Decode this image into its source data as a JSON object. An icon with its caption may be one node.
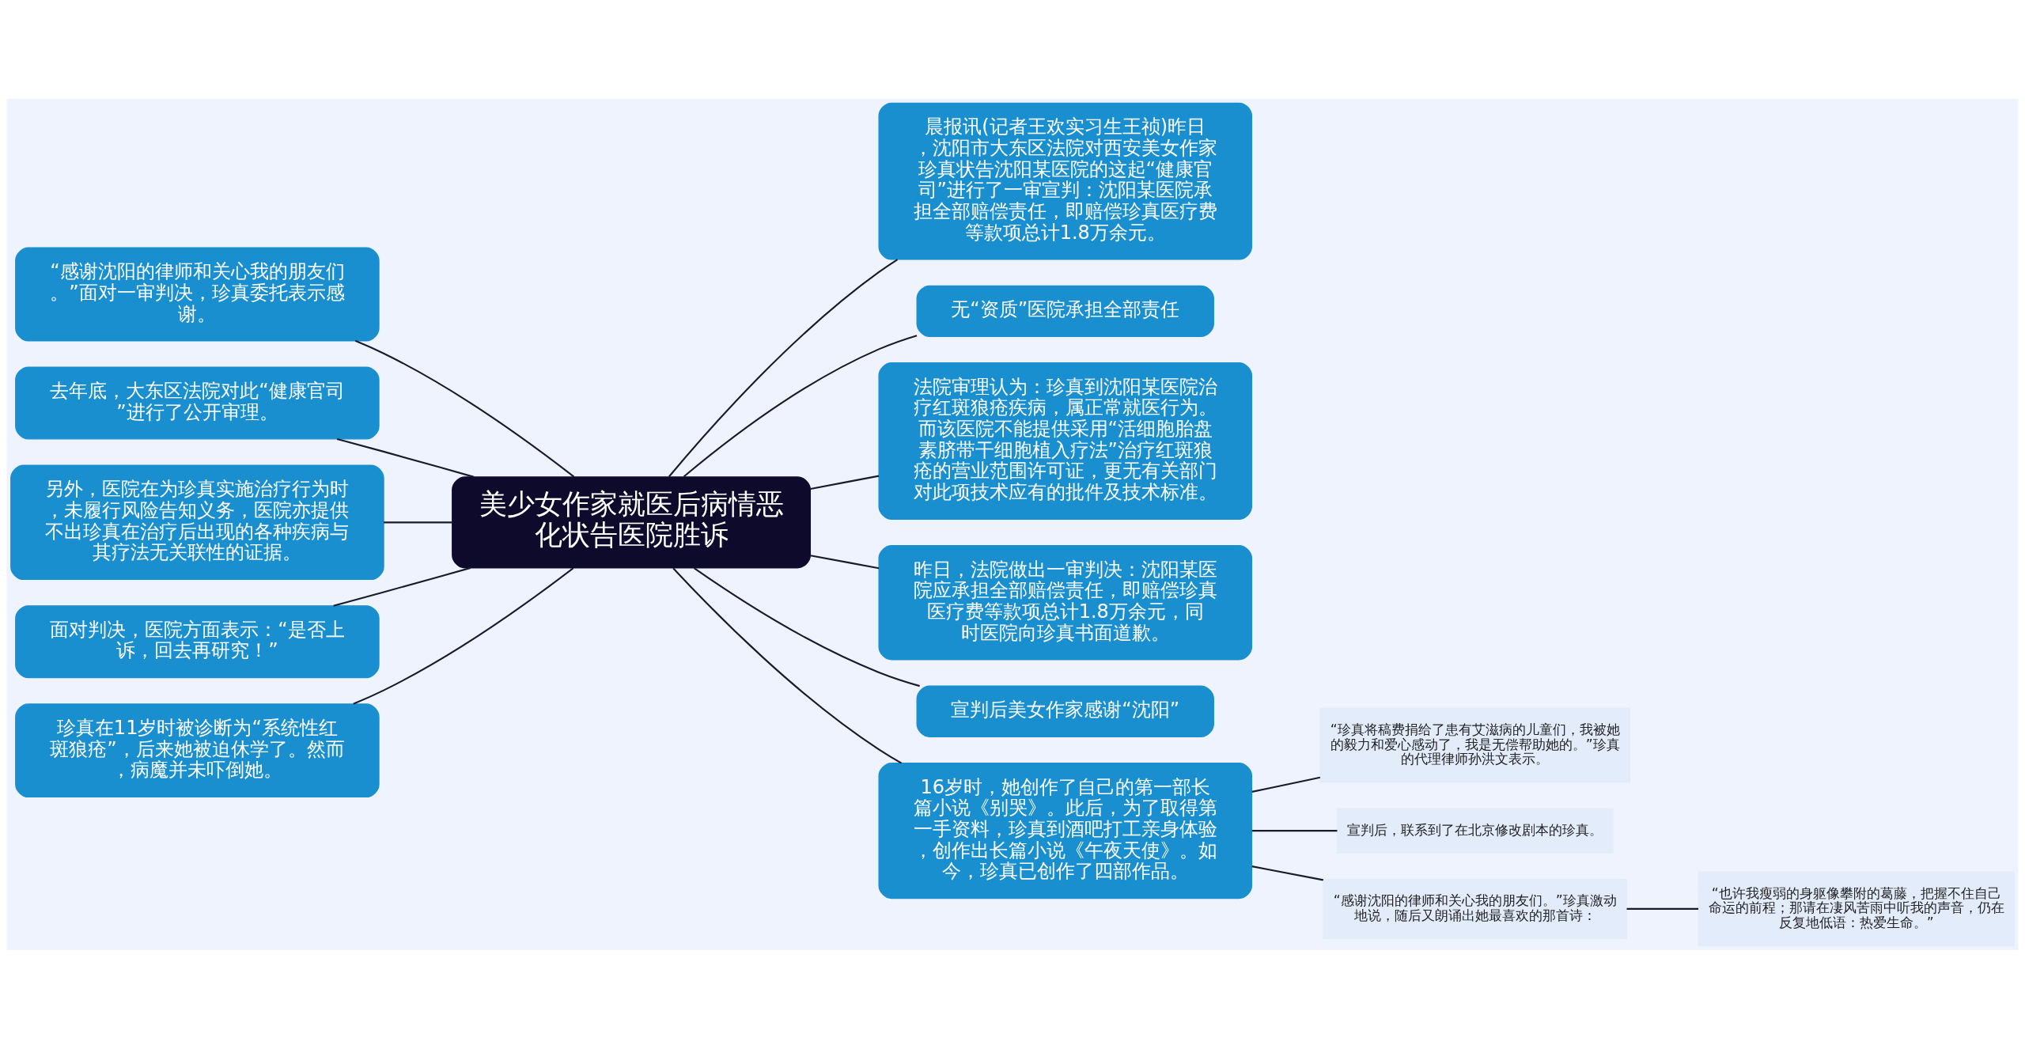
{
  "diagram": {
    "nodes": [
      {
        "text": [
          "美少女作家就医后病情恶化状告医院胜诉"
        ]
      },
      {
        "text": [
          "晨报讯(记者王欢实习生王祯)昨日，沈阳市大东区法院对西安美女作家珍真状告沈阳某医院的这起“健康官司”进行了一审宣判：沈阳某医院承担全部赔偿责任，即赔偿珍真医疗费等款项总计1.8万余元。"
        ]
      },
      {
        "text": [
          "无“资质”医院承担全部责任"
        ]
      },
      {
        "text": [
          "法院审理认为：珍真到沈阳某医院治疗红斑狼疮疾病，属正常就医行为。而该医院不能提供采用“活细胞胎盘素脐带干细胞植入疗法”治疗红斑狼疮的营业范围许可证，更无有关部门对此项技术应有的批件及技术标准。"
        ]
      },
      {
        "text": [
          "昨日，法院做出一审判决：沈阳某医院应承担全部赔偿责任，即赔偿珍真医疗费等款项总计1.8万余元，同时医院向珍真书面道歉。"
        ]
      },
      {
        "text": [
          "宣判后美女作家感谢“沈阳”"
        ]
      },
      {
        "text": [
          "16岁时，她创作了自己的第一部长篇小说《别哭》。此后，为了取得第一手资料，珍真到酒吧打工亲身体验，创作出长篇小说《午夜天使》。如今，珍真已创作了四部作品。"
        ]
      },
      {
        "text": [
          "“珍真将稿费捐给了患有艾滋病的儿童们，我被她的毅力和爱心感动了，我是无偿帮助她的。”珍真的代理律师孙洪文表示。"
        ]
      },
      {
        "text": [
          "宣判后，联系到了在北京修改剧本的珍真。"
        ]
      },
      {
        "text": [
          "“感谢沈阳的律师和关心我的朋友们。”珍真激动地说，随后又朗诵出她最喜欢的那首诗："
        ]
      },
      {
        "text": [
          "“也许我瘦弱的身躯像攀附的葛藤，把握不住自己命运的前程；那请在凄风苦雨中听我的声音，仍在反复地低语：热爱生命。”"
        ]
      },
      {
        "text": [
          "“感谢沈阳的律师和关心我的朋友们。”面对一审判决，珍真委托表示感谢。"
        ]
      },
      {
        "text": [
          "去年底，大东区法院对此“健康官司”进行了公开审理。"
        ]
      },
      {
        "text": [
          "另外，医院在为珍真实施治疗行为时，未履行风险告知义务，医院亦提供不出珍真在治疗后出现的各种疾病与其疗法无关联性的证据。"
        ]
      },
      {
        "text": [
          "面对判决，医院方面表示：“是否上诉，回去再研究！”"
        ]
      },
      {
        "text": [
          "珍真在11岁时被诊断为“系统性红斑狼疮”，后来她被迫休学了。然而，病魔并未吓倒她。"
        ]
      }
    ],
    "edges": [
      {
        "from": 0,
        "to": 1,
        "arrow": "none"
      },
      {
        "from": 0,
        "to": 2,
        "arrow": "none"
      },
      {
        "from": 0,
        "to": 3,
        "arrow": "none"
      },
      {
        "from": 0,
        "to": 4,
        "arrow": "none"
      },
      {
        "from": 0,
        "to": 5,
        "arrow": "none"
      },
      {
        "from": 0,
        "to": 6,
        "arrow": "none"
      },
      {
        "from": 6,
        "to": 7,
        "arrow": "none"
      },
      {
        "from": 6,
        "to": 8,
        "arrow": "none"
      },
      {
        "from": 6,
        "to": 9,
        "arrow": "none"
      },
      {
        "from": 9,
        "to": 10,
        "arrow": "none"
      },
      {
        "from": 11,
        "to": 0,
        "arrow": "none"
      },
      {
        "from": 12,
        "to": 0,
        "arrow": "none"
      },
      {
        "from": 13,
        "to": 0,
        "arrow": "none"
      },
      {
        "from": 14,
        "to": 0,
        "arrow": "none"
      },
      {
        "from": 15,
        "to": 0,
        "arrow": "none"
      }
    ]
  }
}
